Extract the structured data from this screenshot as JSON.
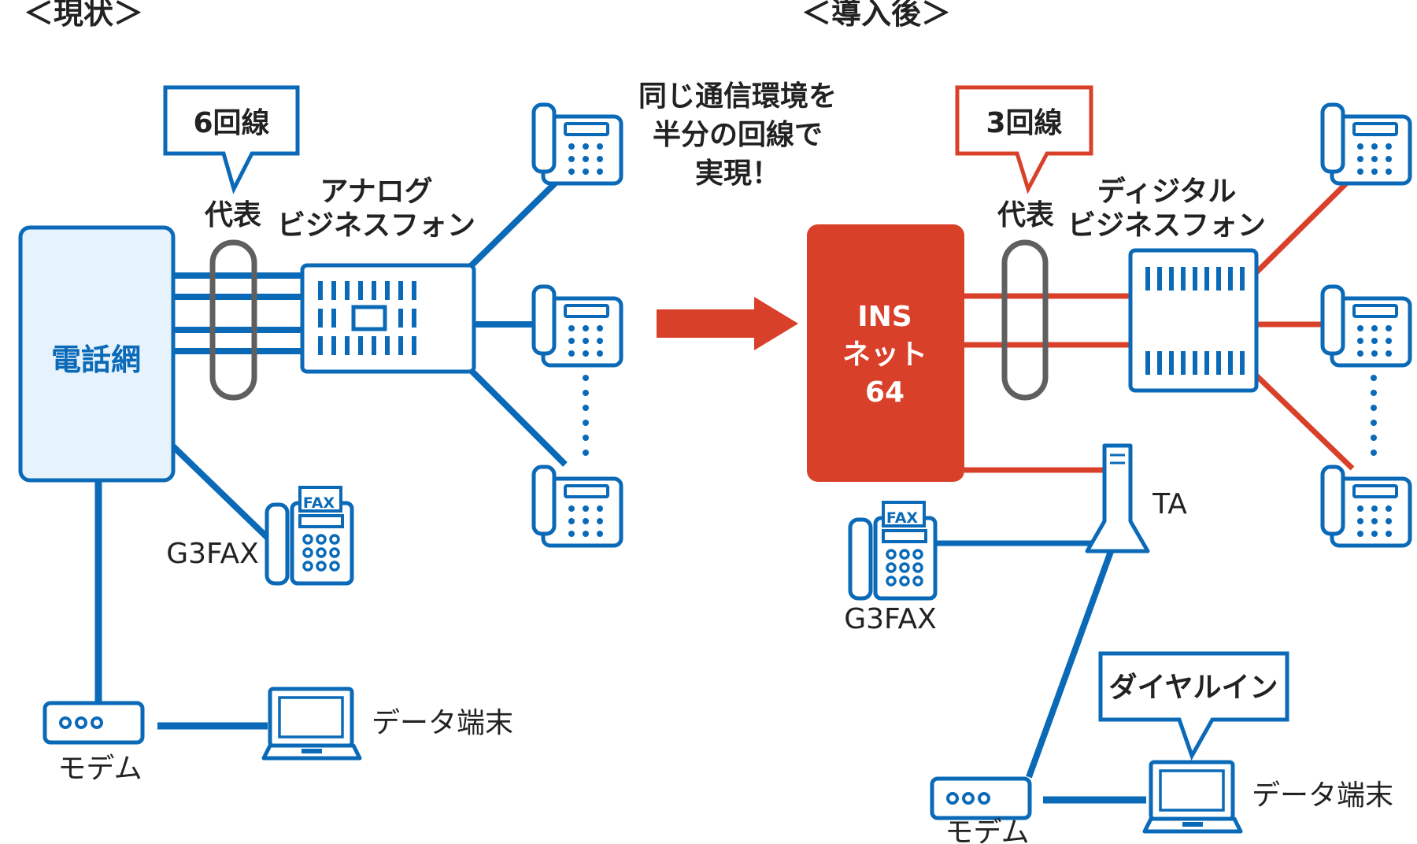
{
  "before": {
    "heading": "＜現状＞",
    "callout": "6回線",
    "daihyo": "代表",
    "phone_system": [
      "アナログ",
      "ビジネスフォン"
    ],
    "network": "電話網",
    "fax_label": "G3FAX",
    "fax_icon_text": "FAX",
    "modem_label": "モデム",
    "terminal_label": "データ端末"
  },
  "message": [
    "同じ通信環境を",
    "半分の回線で",
    "実現！"
  ],
  "after": {
    "heading": "＜導入後＞",
    "callout": "3回線",
    "daihyo": "代表",
    "phone_system": [
      "ディジタル",
      "ビジネスフォン"
    ],
    "network": [
      "INS",
      "ネット",
      "64"
    ],
    "ta_label": "TA",
    "fax_label": "G3FAX",
    "fax_icon_text": "FAX",
    "modem_label": "モデム",
    "terminal_label": "データ端末",
    "dialin_callout": "ダイヤルイン"
  },
  "colors": {
    "blue": "#0a6ab8",
    "red": "#d9402a",
    "network_fill": "#e6f2fc",
    "bundle_gray": "#5f5f5f"
  }
}
